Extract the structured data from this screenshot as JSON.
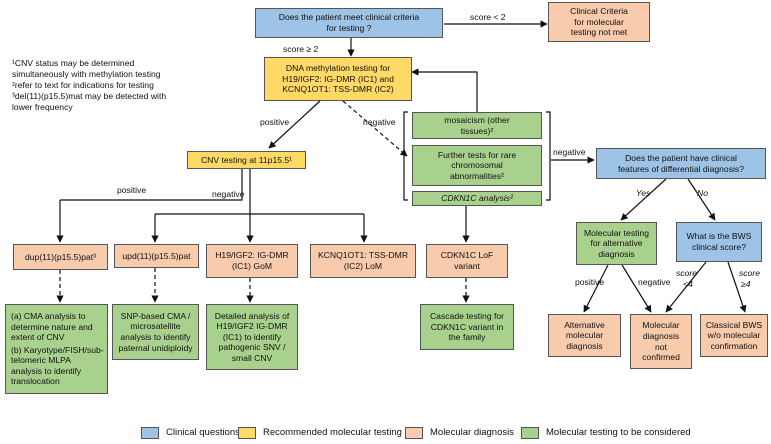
{
  "colors": {
    "clinical": "#9dc3e6",
    "recommended": "#ffd966",
    "diagnosis": "#f8cbad",
    "consider": "#a9d18e"
  },
  "nodes": {
    "q1": [
      "Does the patient meet clinical criteria",
      "for testing  ?"
    ],
    "criteria_not_met": [
      "Clinical Criteria",
      "for molecular",
      "testing not met"
    ],
    "methylation": [
      "DNA methylation testing for",
      "H19/IGF2: IG-DMR (IC1) and",
      "KCNQ1OT1: TSS-DMR (IC2)"
    ],
    "mosaicism": [
      "mosaicism (other",
      "tissues)²"
    ],
    "further_tests": [
      "Further tests for rare",
      "chromosomal",
      "abnormalities²"
    ],
    "cdkn1c_analysis": [
      "CDKN1C analysis²"
    ],
    "cnv": [
      "CNV testing at 11p15.5¹"
    ],
    "q2": [
      "Does the patient have clinical",
      "features of differential diagnosis?"
    ],
    "mol_alt": [
      "Molecular testing",
      "for alternative",
      "diagnosis"
    ],
    "bws_score": [
      "What is the BWS",
      "clinical score?"
    ],
    "dup": [
      "dup(11)(p15.5)pat³"
    ],
    "upd": [
      "upd(11)(p15.5)pat"
    ],
    "h19_gom": [
      "H19/IGF2: IG-DMR",
      "(IC1) GoM"
    ],
    "kcnq_lom": [
      "KCNQ1OT1: TSS-DMR",
      "(IC2) LoM"
    ],
    "cdkn1c_lof": [
      "CDKN1C LoF",
      "variant"
    ],
    "cma_a": [
      "(a) CMA analysis to",
      "determine nature and",
      "extent of CNV",
      "(b) Karyotype/FISH/sub-",
      "telomeric MLPA",
      "analysis to identify",
      "translocation"
    ],
    "snp": [
      "SNP-based CMA /",
      "microsatellite",
      "analysis to identify",
      "paternal unidiploidy"
    ],
    "detailed": [
      "Detailed analysis of",
      "H19/IGF2 IG-DMR",
      "(IC1) to identify",
      "pathogenic SNV /",
      "small CNV"
    ],
    "cascade": [
      "Cascade testing for",
      "CDKN1C variant in",
      "the family"
    ],
    "alt_dx": [
      "Alternative",
      "molecular",
      "diagnosis"
    ],
    "not_confirmed": [
      "Molecular",
      "diagnosis",
      "not",
      "confirmed"
    ],
    "classical": [
      "Classical BWS",
      "w/o molecular",
      "confirmation"
    ]
  },
  "edge_labels": {
    "score_lt2": "score < 2",
    "score_ge2": "score ≥ 2",
    "positive1": "positive",
    "negative1": "negative",
    "positive2": "positive",
    "negative2": "negative",
    "negative3": "negative",
    "yes": "Yes",
    "no": "No",
    "positive3": "positive",
    "negative4": "negative",
    "score_lt4_a": "score",
    "score_lt4_b": "<4",
    "score_ge4_a": "score",
    "score_ge4_b": "≥4"
  },
  "notes": [
    "¹CNV status may be determined",
    "simultaneously with methylation testing",
    "²refer to text for indications for testing",
    "³del(11)(p15.5)mat may be detected with",
    "lower frequency"
  ],
  "legend": [
    "Clinical questions",
    "Recommended molecular testing",
    "Molecular diagnosis",
    "Molecular testing to be considered"
  ]
}
